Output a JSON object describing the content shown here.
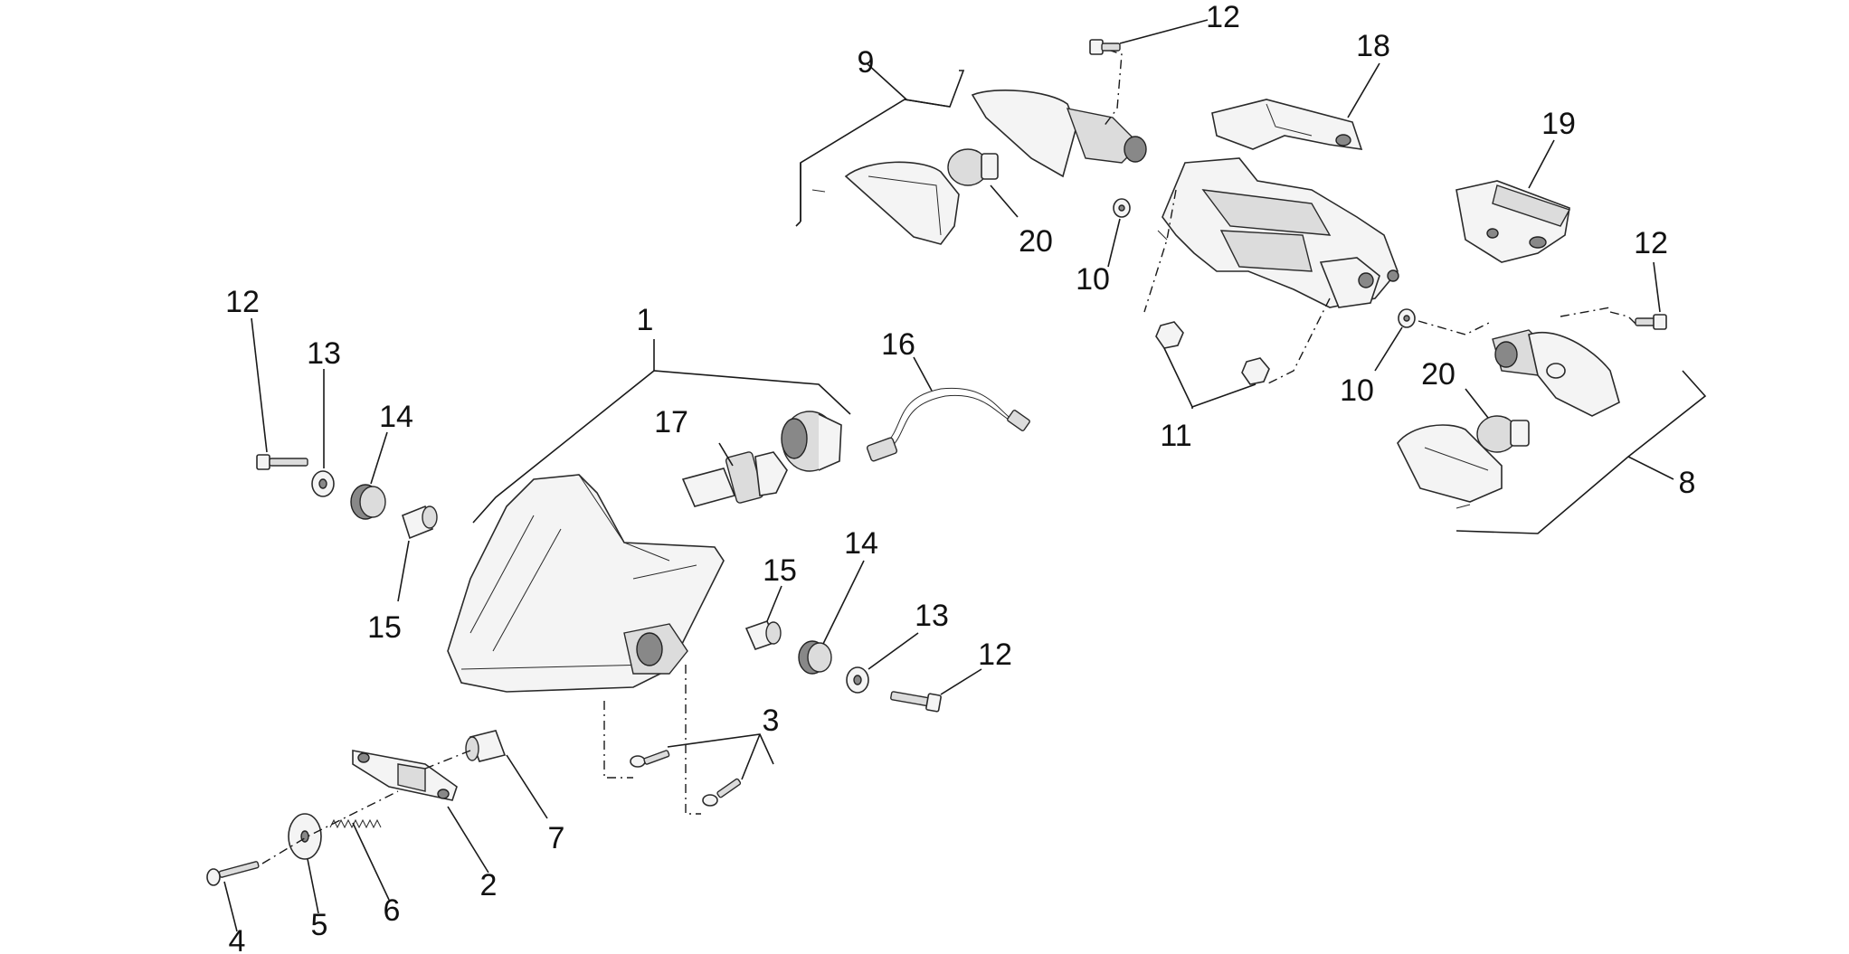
{
  "callouts": [
    "1",
    "2",
    "3",
    "4",
    "5",
    "6",
    "7",
    "8",
    "9",
    "10",
    "10",
    "11",
    "12",
    "12",
    "12",
    "12",
    "13",
    "13",
    "14",
    "14",
    "15",
    "15",
    "16",
    "17",
    "18",
    "19",
    "20",
    "20"
  ],
  "colors": {
    "line": "#1a1a1a",
    "background": "#ffffff",
    "part_fill": "#f4f4f4"
  }
}
